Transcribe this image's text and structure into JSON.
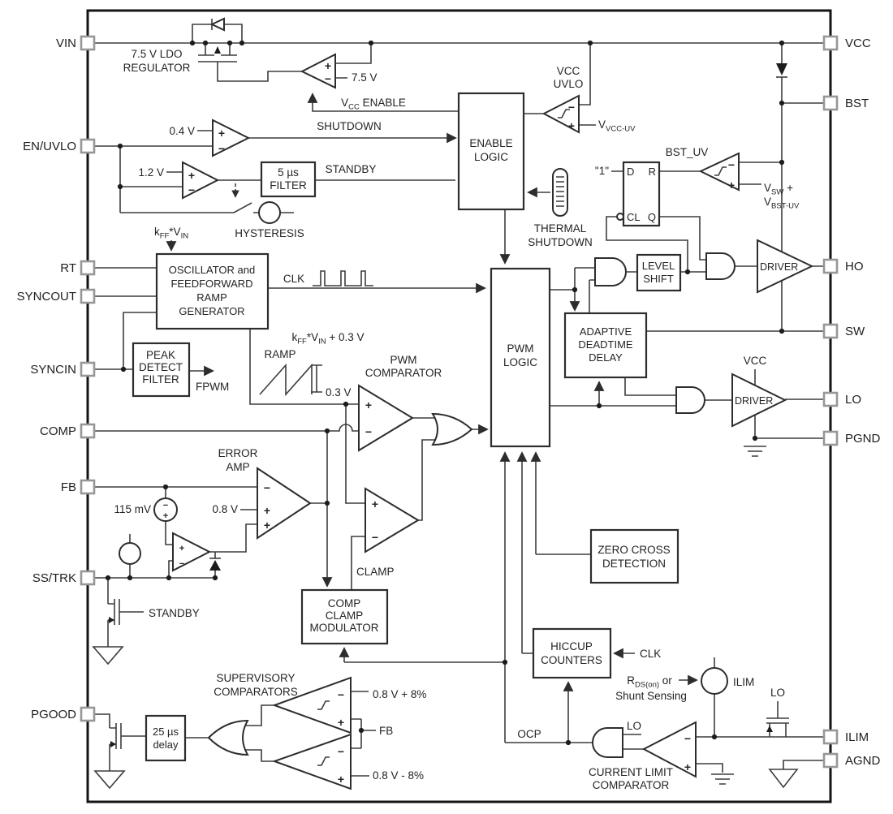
{
  "pins": {
    "left": [
      "VIN",
      "EN/UVLO",
      "RT",
      "SYNCOUT",
      "SYNCIN",
      "COMP",
      "FB",
      "SS/TRK",
      "PGOOD"
    ],
    "right": [
      "VCC",
      "BST",
      "HO",
      "SW",
      "LO",
      "PGND",
      "ILIM",
      "AGND"
    ]
  },
  "blocks": {
    "ldo": [
      "7.5 V LDO",
      "REGULATOR"
    ],
    "enable_logic": [
      "ENABLE",
      "LOGIC"
    ],
    "filter_5us": [
      "5 µs",
      "FILTER"
    ],
    "oscillator": [
      "OSCILLATOR and",
      "FEEDFORWARD",
      "RAMP",
      "GENERATOR"
    ],
    "peak_detect": [
      "PEAK",
      "DETECT",
      "FILTER"
    ],
    "pwm_logic": [
      "PWM",
      "LOGIC"
    ],
    "level_shift": [
      "LEVEL",
      "SHIFT"
    ],
    "adaptive_deadtime": [
      "ADAPTIVE",
      "DEADTIME",
      "DELAY"
    ],
    "zero_cross": [
      "ZERO CROSS",
      "DETECTION"
    ],
    "comp_clamp": [
      "COMP",
      "CLAMP",
      "MODULATOR"
    ],
    "hiccup": [
      "HICCUP",
      "COUNTERS"
    ],
    "delay_25us": [
      "25 µs",
      "delay"
    ],
    "driver": "DRIVER"
  },
  "labels": {
    "v75": "7.5 V",
    "shutdown": "SHUTDOWN",
    "standby": "STANDBY",
    "hysteresis": "HYSTERESIS",
    "v04": "0.4 V",
    "v12": "1.2 V",
    "vcc_uvlo": [
      "VCC",
      "UVLO"
    ],
    "thermal": [
      "THERMAL",
      "SHUTDOWN"
    ],
    "bst_uv": "BST_UV",
    "clk": "CLK",
    "clk2": "CLK",
    "fpwm": "FPWM",
    "ramp": "RAMP",
    "v03": "0.3 V",
    "pwm_comp": [
      "PWM",
      "COMPARATOR"
    ],
    "error_amp": [
      "ERROR",
      "AMP"
    ],
    "v08": "0.8 V",
    "mv115": "115 mV",
    "clamp": "CLAMP",
    "standby_fet": "STANDBY",
    "supervisory": [
      "SUPERVISORY",
      "COMPARATORS"
    ],
    "v08p": "0.8 V + 8%",
    "v08m": "0.8 V - 8%",
    "fb": "FB",
    "ocp": "OCP",
    "shunt": "Shunt Sensing",
    "ilim_src": "ILIM",
    "lo_a": "LO",
    "lo_b": "LO",
    "current_limit": [
      "CURRENT LIMIT",
      "COMPARATOR"
    ],
    "vcc_drv": "VCC"
  },
  "subs": {
    "vcc_enable": {
      "p1": "V",
      "s1": "CC",
      "p2": " ENABLE"
    },
    "vvcc_uv": {
      "p1": "V",
      "s1": "VCC-UV",
      "p2": ""
    },
    "vsw": {
      "p1": "V",
      "s1": "SW",
      "p2": " +"
    },
    "vbst": {
      "p1": "V",
      "s1": "BST-UV",
      "p2": ""
    },
    "kff": {
      "p1": "k",
      "s1": "FF",
      "p2": "*V",
      "s2": "IN",
      "p3": ""
    },
    "kff03": {
      "p1": "k",
      "s1": "FF",
      "p2": "*V",
      "s2": "IN",
      "p3": " + 0.3 V"
    },
    "rds": {
      "p1": "R",
      "s1": "DS(on)",
      "p2": " or"
    }
  },
  "ff": {
    "one": "\"1\"",
    "d": "D",
    "r": "R",
    "cl": "CL",
    "q": "Q"
  },
  "sym": {
    "plus": "+",
    "minus": "−"
  },
  "colors": {
    "wire": "#3d3d3d",
    "block_border": "#2d2d2d",
    "pin_border": "#979797",
    "text": "#242424"
  }
}
